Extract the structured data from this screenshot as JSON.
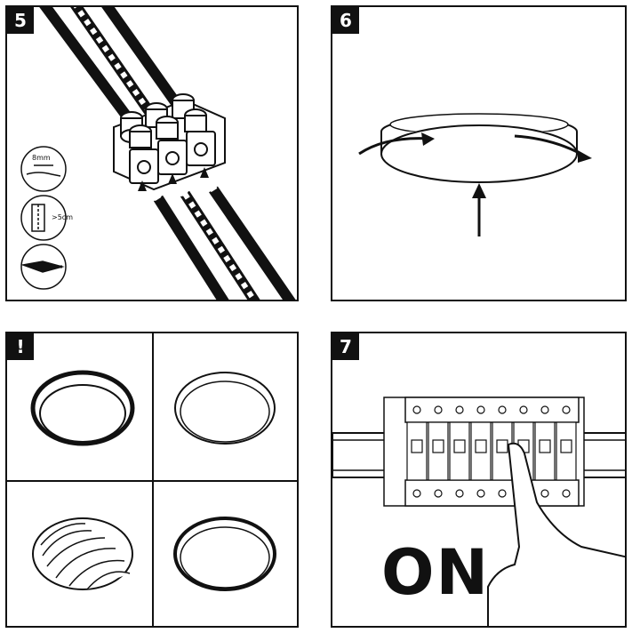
{
  "panels": {
    "step5": {
      "badge": "5",
      "strip_length": "8mm",
      "insert_depth": ">5cm"
    },
    "step6": {
      "badge": "6"
    },
    "warning": {
      "badge": "!"
    },
    "step7": {
      "badge": "7",
      "switch_label": "ON"
    }
  },
  "icons": [
    "wire-strip-icon",
    "wire-insert-icon",
    "screwdriver-icon",
    "rotate-arrow-icon",
    "push-up-arrow-icon",
    "circuit-breaker-icon",
    "hand-icon"
  ]
}
